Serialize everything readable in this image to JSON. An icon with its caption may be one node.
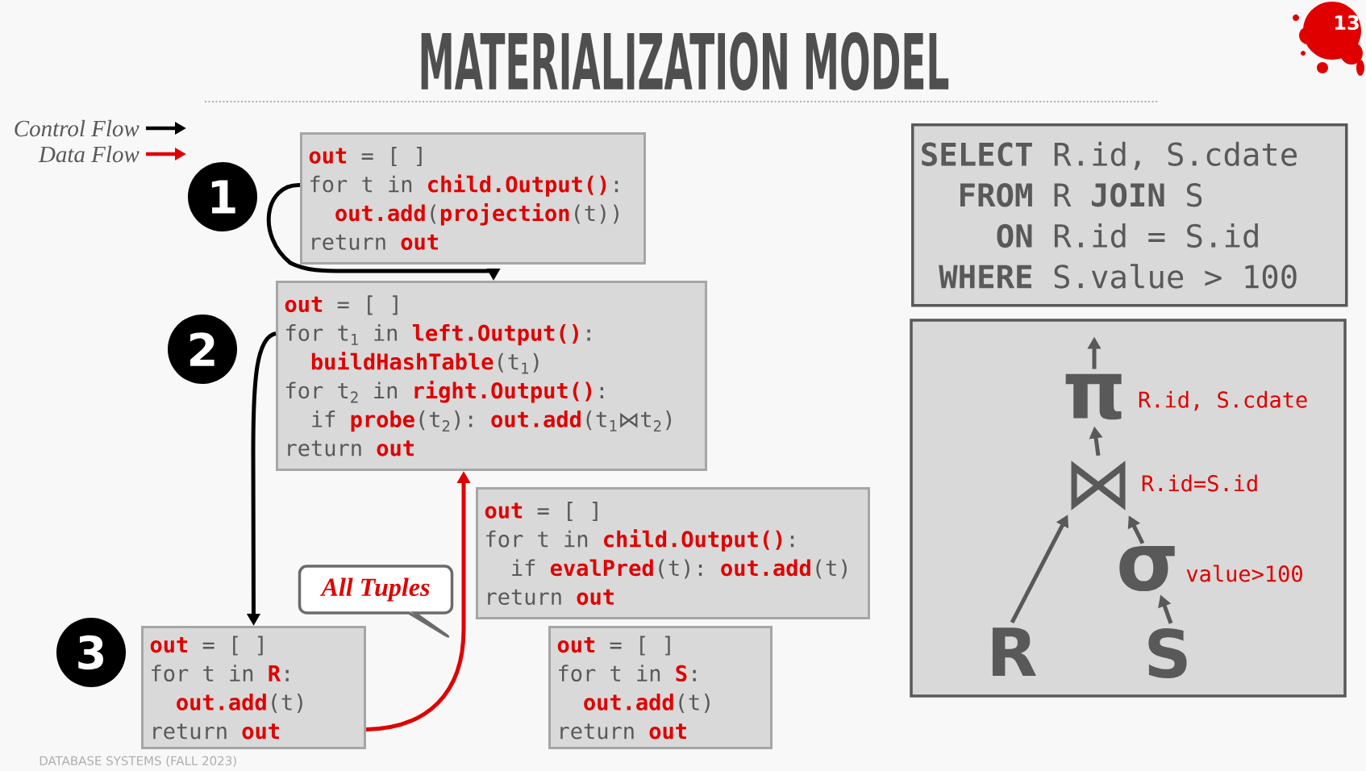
{
  "diagram": {
    "title": "MATERIALIZATION MODEL",
    "nodes": [
      {
        "text": [
          "1"
        ]
      },
      {
        "text": [
          "**out** = [ ]",
          "for t in **child.Output()**:",
          "**out.add**(**projection**(t))",
          "return **out**"
        ]
      },
      {
        "text": [
          "2"
        ]
      },
      {
        "text": [
          "**out** = [ ]",
          "for t$_{1}$ in **left.Output()**:",
          "**buildHashTable**(t$_{1}$)",
          "for t$_{2}$ in **right.Output()**:",
          "if **probe**(t$_{2}$): **out.add**(t$_{1}$⋈t$_{2}$)",
          "return **out**"
        ]
      },
      {
        "text": [
          "**out** = [ ]",
          "for t in **child.Output()**:",
          "if **evalPred**(t): **out.add**(t)",
          "return **out**"
        ]
      },
      {
        "text": [
          "All Tuples"
        ]
      },
      {
        "text": [
          "3"
        ]
      },
      {
        "text": [
          "**out** = [ ]",
          "for t in **R**:",
          "**out.add**(t)",
          "return **out**"
        ]
      },
      {
        "text": [
          "**out** = [ ]",
          "for t in **S**:",
          "**out.add**(t)",
          "return **out**"
        ]
      },
      {
        "text": [
          "**SELECT** R.id, S.cdate",
          "**FROM** R **JOIN** S",
          "**ON** R.id = S.id",
          "**WHERE** S.value > 100"
        ]
      },
      {
        "text": [],
        "shape": "box"
      },
      {
        "text": [
          "π"
        ],
        "in": 10,
        "beside": [
          "R.id, S.cdate"
        ]
      },
      {
        "text": [
          "⋈"
        ],
        "in": 10,
        "beside": [
          "R.id=S.id"
        ]
      },
      {
        "text": [
          "σ"
        ],
        "in": 10,
        "beside": [
          "value>100"
        ]
      },
      {
        "text": [
          "R"
        ],
        "in": 10
      },
      {
        "text": [
          "S"
        ],
        "in": 10
      }
    ],
    "edges": [
      {
        "from": 1,
        "to": 3,
        "arrow": "to",
        "color": "#000000"
      },
      {
        "from": 3,
        "to": 7,
        "arrow": "to",
        "color": "#000000"
      },
      {
        "from": 7,
        "to": 3,
        "arrow": "to",
        "color": "#e00000"
      },
      {
        "from": 14,
        "to": 12,
        "arrow": "to"
      },
      {
        "from": 13,
        "to": 12,
        "arrow": "to"
      },
      {
        "from": 15,
        "to": 13,
        "arrow": "to"
      },
      {
        "from": 12,
        "to": 11,
        "arrow": "to"
      },
      {
        "from": 11,
        "to": null,
        "arrow": "to"
      }
    ],
    "labels": [
      "13",
      "DATABASE SYSTEMS (FALL 2023)"
    ],
    "legend": [
      {
        "text": "Control Flow"
      },
      {
        "text": "Data Flow"
      }
    ]
  }
}
